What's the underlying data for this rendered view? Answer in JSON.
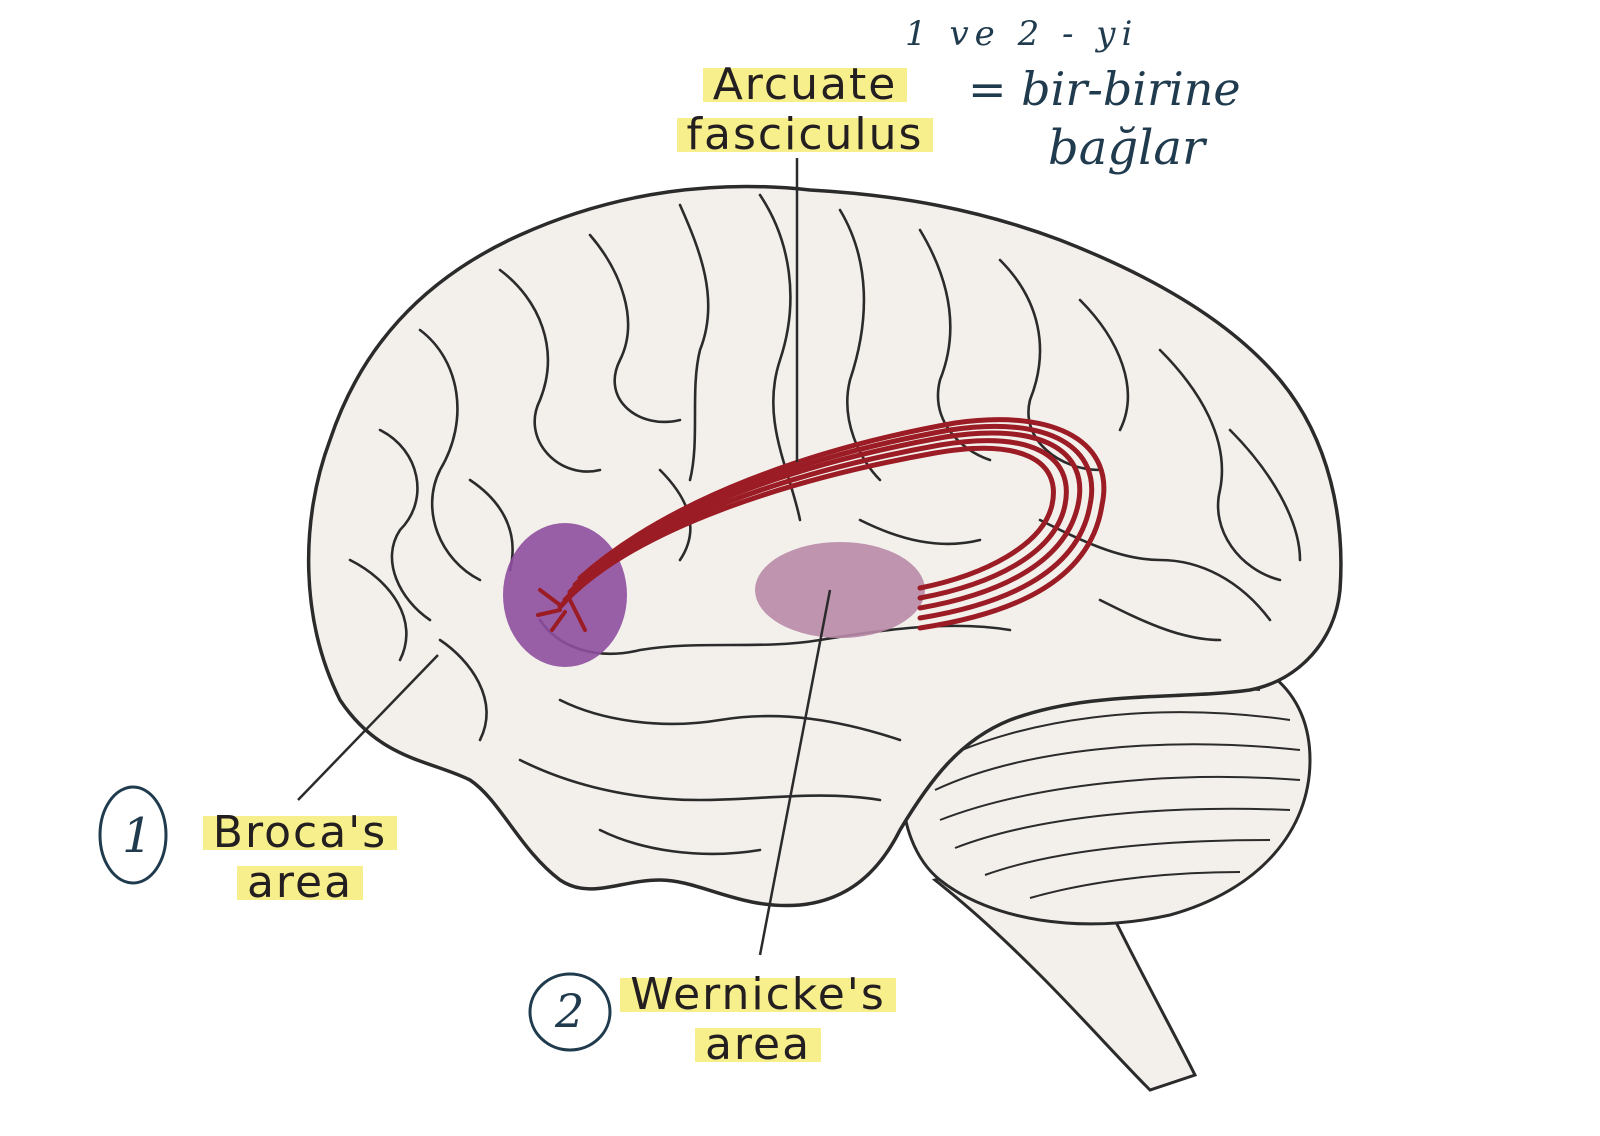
{
  "labels": {
    "arcuate_line1": "Arcuate",
    "arcuate_line2": "fasciculus",
    "broca_line1": "Broca's",
    "broca_line2": "area",
    "wernicke_line1": "Wernicke's",
    "wernicke_line2": "area"
  },
  "handwriting": {
    "note_line1": "1 ve 2 - yi",
    "note_line2": "= bir-birine",
    "note_line3": "bağlar",
    "number_1": "1",
    "number_2": "2"
  },
  "colors": {
    "brain_fill": "#f3f0ec",
    "outline": "#2b2b2b",
    "broca_region": "#8e4fa0",
    "wernicke_region": "#b98aa8",
    "fasciculus": "#9b1c24",
    "label_highlight": "#f7ee8c",
    "ink": "#1f3b4d"
  }
}
